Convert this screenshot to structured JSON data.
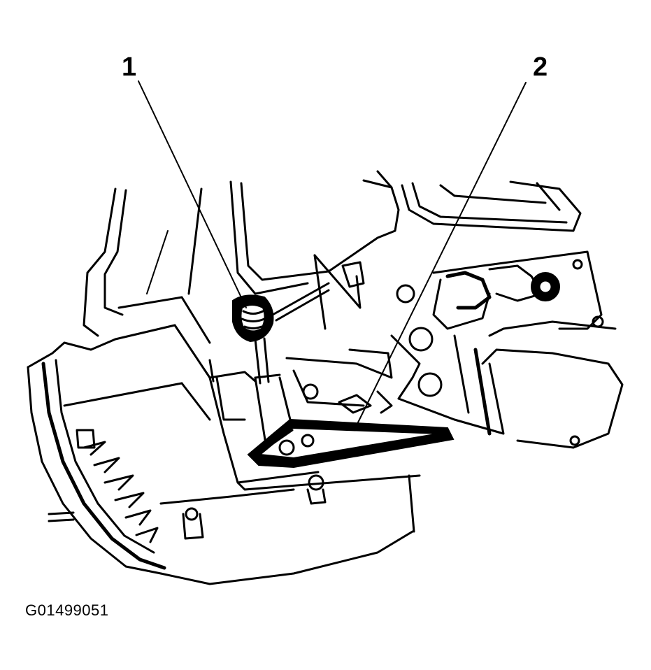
{
  "figure": {
    "id": "G01499051"
  },
  "callouts": [
    {
      "number": "1"
    },
    {
      "number": "2"
    }
  ]
}
